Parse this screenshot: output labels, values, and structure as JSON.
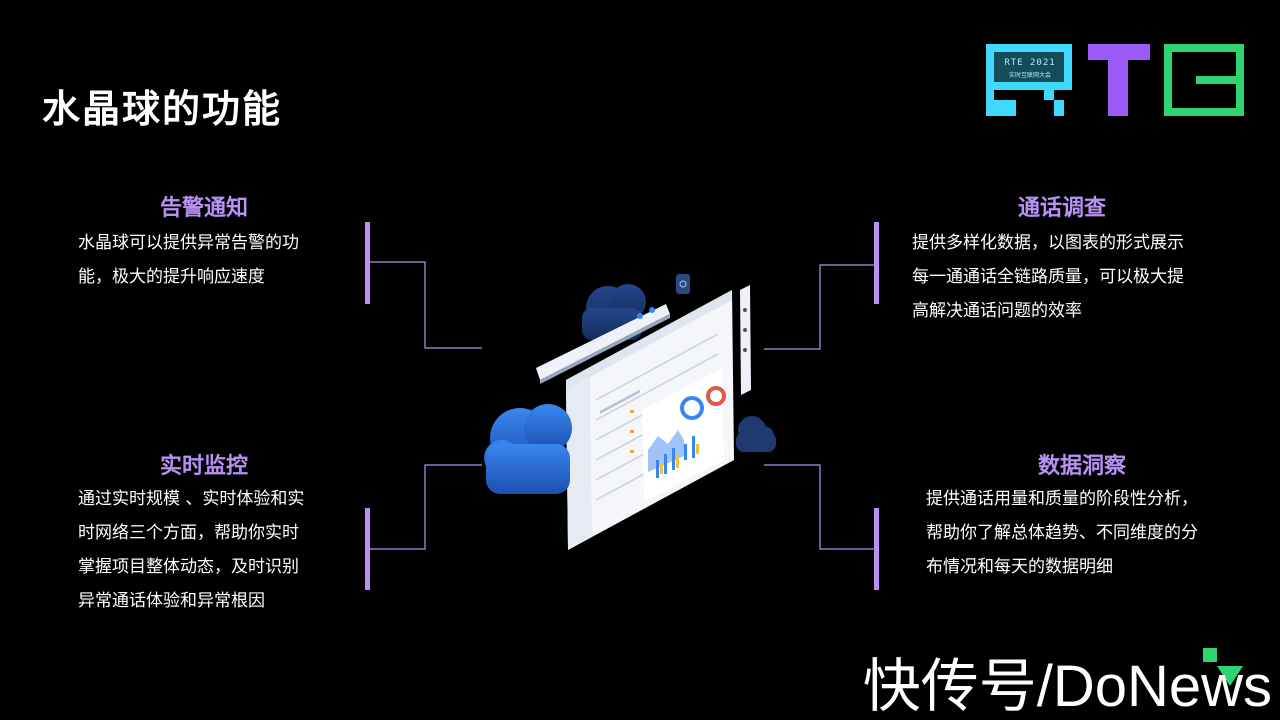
{
  "slide": {
    "title": "水晶球的功能"
  },
  "logo": {
    "letters": "RTE",
    "line1": "RTE 2021",
    "line2": "实时互联网大会",
    "colors": {
      "r": "#3fd8ff",
      "t": "#9b59f6",
      "e": "#2fd573"
    }
  },
  "features": {
    "alert": {
      "title": "告警通知",
      "desc": [
        "水晶球可以提供异常告警的功",
        "能，极大的提升响应速度"
      ]
    },
    "investigate": {
      "title": "通话调查",
      "desc": [
        "提供多样化数据，以图表的形式展示",
        "每一通通话全链路质量，可以极大提",
        "高解决通话问题的效率"
      ]
    },
    "monitor": {
      "title": "实时监控",
      "desc": [
        "通过实时规模 、实时体验和实",
        "时网络三个方面，帮助你实时",
        "掌握项目整体动态，及时识别",
        "异常通话体验和异常根因"
      ]
    },
    "insight": {
      "title": "数据洞察",
      "desc": [
        "提供通话用量和质量的阶段性分析，",
        "帮助你了解总体趋势、不同维度的分",
        "布情况和每天的数据明细"
      ]
    }
  },
  "colors": {
    "accent": "#b891f3",
    "connector": "#b891f3",
    "cloud": "#2a6fd6",
    "panel": "#f4f6fa"
  },
  "watermark": {
    "text": "快传号/DoNews"
  }
}
